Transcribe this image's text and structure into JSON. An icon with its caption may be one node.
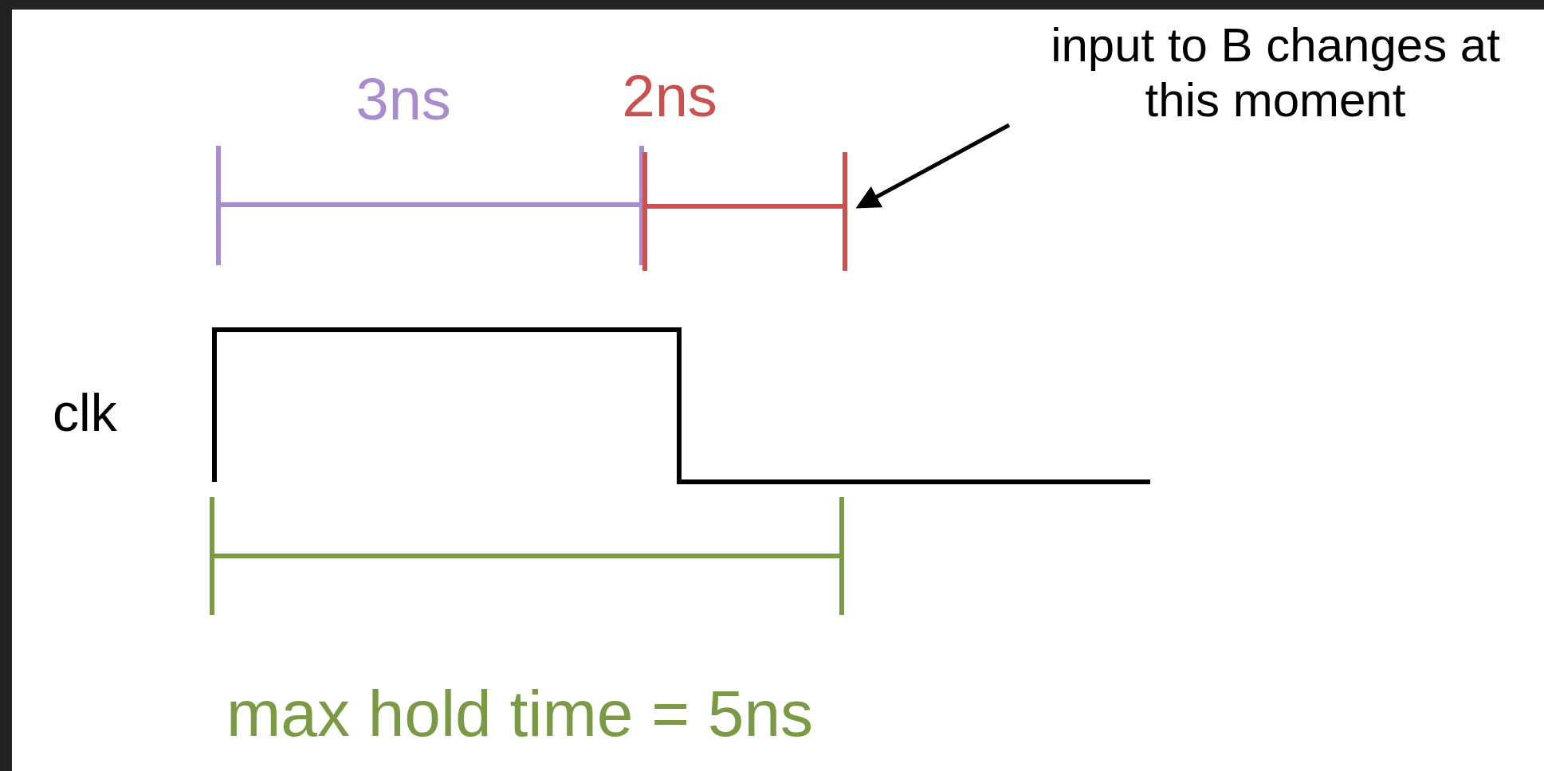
{
  "diagram": {
    "nodes": [
      {
        "text": [
          "input to B changes at this moment"
        ]
      },
      {
        "text": [],
        "shape": "bar"
      }
    ],
    "edges": [
      {
        "from": 0,
        "to": 1,
        "arrow": "to"
      }
    ],
    "labels": [
      "3ns",
      "2ns",
      "clk",
      "max hold time = 5ns"
    ]
  }
}
